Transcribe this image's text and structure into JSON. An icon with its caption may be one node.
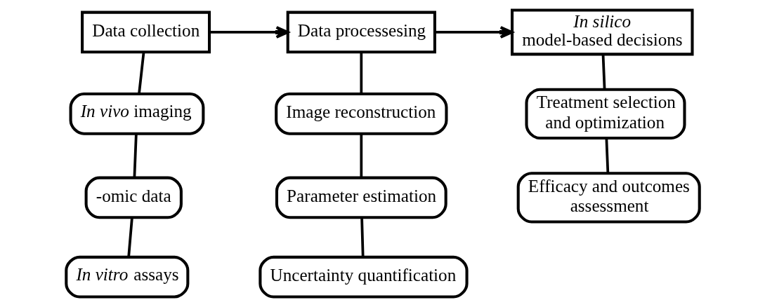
{
  "diagram": {
    "nodes": [
      {
        "text": [
          "Data collection"
        ]
      },
      {
        "text": [
          "*In vivo* imaging"
        ]
      },
      {
        "text": [
          "-omic data"
        ]
      },
      {
        "text": [
          "*In vitro* assays"
        ]
      },
      {
        "text": [
          "Data processesing"
        ]
      },
      {
        "text": [
          "Image reconstruction"
        ]
      },
      {
        "text": [
          "Parameter estimation"
        ]
      },
      {
        "text": [
          "Uncertainty quantification"
        ]
      },
      {
        "text": [
          "*In silico* model-based decisions"
        ]
      },
      {
        "text": [
          "Treatment selection and optimization"
        ]
      },
      {
        "text": [
          "Efficacy and outcomes assessment"
        ]
      }
    ],
    "edges": [
      {
        "from": 0,
        "to": 4,
        "arrow": "to"
      },
      {
        "from": 4,
        "to": 8,
        "arrow": "to"
      },
      {
        "from": 0,
        "to": 1,
        "arrow": "none"
      },
      {
        "from": 1,
        "to": 2,
        "arrow": "none"
      },
      {
        "from": 2,
        "to": 3,
        "arrow": "none"
      },
      {
        "from": 4,
        "to": 5,
        "arrow": "none"
      },
      {
        "from": 5,
        "to": 6,
        "arrow": "none"
      },
      {
        "from": 6,
        "to": 7,
        "arrow": "none"
      },
      {
        "from": 8,
        "to": 9,
        "arrow": "none"
      },
      {
        "from": 9,
        "to": 10,
        "arrow": "none"
      }
    ]
  }
}
